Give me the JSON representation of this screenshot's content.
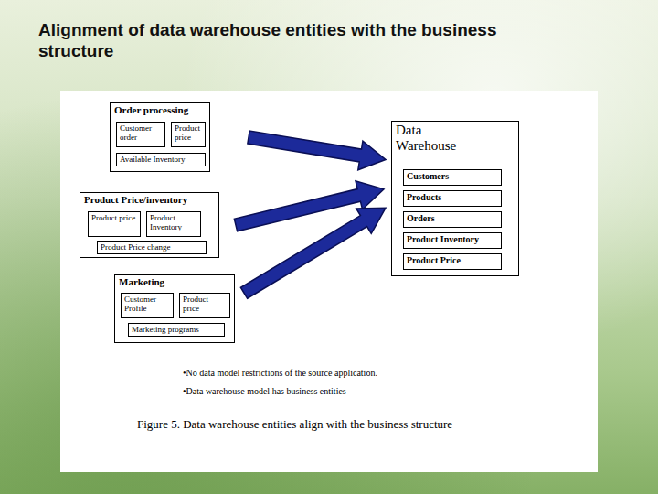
{
  "diagram": {
    "title": "Alignment of data warehouse entities with the business structure",
    "caption": "Figure 5. Data warehouse entities align with the business structure",
    "nodes": [
      {
        "text": [
          "Order processing"
        ]
      },
      {
        "text": [
          "Customer order"
        ],
        "in": 0
      },
      {
        "text": [
          "Product price"
        ],
        "in": 0
      },
      {
        "text": [
          "Available Inventory"
        ],
        "in": 0
      },
      {
        "text": [
          "Product Price/inventory"
        ]
      },
      {
        "text": [
          "Product price"
        ],
        "in": 4
      },
      {
        "text": [
          "Product Inventory"
        ],
        "in": 4
      },
      {
        "text": [
          "Product Price change"
        ],
        "in": 4
      },
      {
        "text": [
          "Marketing"
        ]
      },
      {
        "text": [
          "Customer Profile"
        ],
        "in": 8
      },
      {
        "text": [
          "Product price"
        ],
        "in": 8
      },
      {
        "text": [
          "Marketing programs"
        ],
        "in": 8
      },
      {
        "text": [
          "Data Warehouse"
        ]
      },
      {
        "text": [
          "Customers"
        ],
        "in": 12
      },
      {
        "text": [
          "Products"
        ],
        "in": 12
      },
      {
        "text": [
          "Orders"
        ],
        "in": 12
      },
      {
        "text": [
          "Product Inventory"
        ],
        "in": 12
      },
      {
        "text": [
          "Product Price"
        ],
        "in": 12
      }
    ],
    "edges": [
      {
        "from": 0,
        "to": 12,
        "arrow": "to"
      },
      {
        "from": 4,
        "to": 12,
        "arrow": "to"
      },
      {
        "from": 8,
        "to": 12,
        "arrow": "to"
      }
    ],
    "labels": [
      "•No data model restrictions of the source application.",
      "•Data warehouse model has business entities"
    ]
  }
}
